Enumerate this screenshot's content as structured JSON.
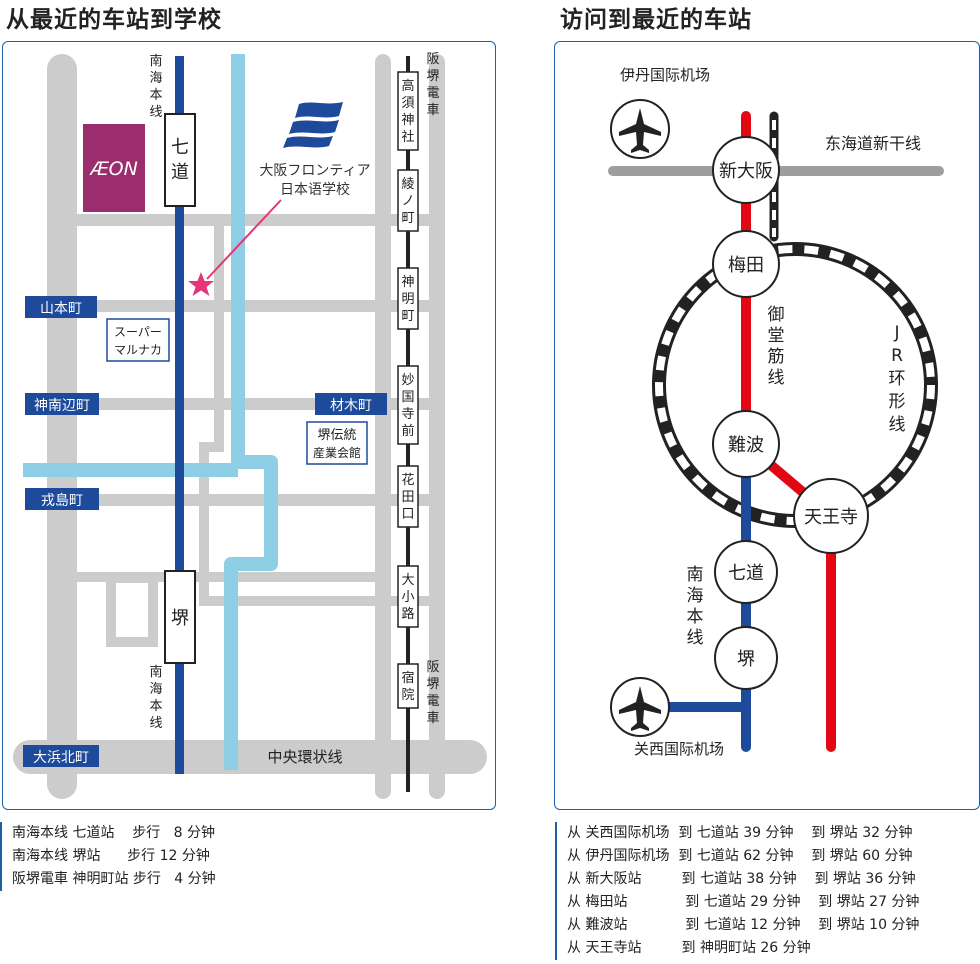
{
  "left_map": {
    "title": "从最近的车站到学校",
    "rail_nankai_vertical_top": "南海本线",
    "rail_nankai_vertical_bottom": "南海本线",
    "rail_hankai_top": "阪堺電車",
    "rail_hankai_bottom": "阪堺電車",
    "station_shichido": "七道",
    "station_sakai": "堺",
    "aeon_logo": "ÆON",
    "school_name_line1": "大阪フロンティア",
    "school_name_line2": "日本语学校",
    "hankai_stations": [
      "高須神社",
      "綾ノ町",
      "神明町",
      "妙国寺前",
      "花田口",
      "大小路",
      "宿院"
    ],
    "place_yamamotocho": "山本町",
    "place_jinnanbecho": "神南辺町",
    "place_zaimokucho": "材木町",
    "place_ebisujimacho": "戎島町",
    "place_ohamakitamachi": "大浜北町",
    "supermarket_line1": "スーパー",
    "supermarket_line2": "マルナカ",
    "hall_line1": "堺伝統",
    "hall_line2": "産業会館",
    "road_central": "中央環状线",
    "colors": {
      "frame": "#1f5fa6",
      "nankai": "#1e4a9b",
      "river": "#8fcfe6",
      "road": "#cccccc",
      "aeon": "#9b2c6e",
      "star": "#e6337a"
    }
  },
  "right_map": {
    "title": "访问到最近的车站",
    "itami_airport": "伊丹国际机场",
    "kansai_airport": "关西国际机场",
    "tokaido_shinkansen": "东海道新干线",
    "midosuji_line": "御堂筋线",
    "jr_loop_line": "JR环形线",
    "nankai_main_line": "南海本线",
    "stations": {
      "shin_osaka": "新大阪",
      "umeda": "梅田",
      "namba": "難波",
      "tennoji": "天王寺",
      "shichido": "七道",
      "sakai": "堺"
    },
    "colors": {
      "midosuji": "#e30613",
      "nankai": "#1e4a9b",
      "shinkansen": "#9e9e9e",
      "loop": "#222222"
    }
  },
  "walk_info": {
    "rows": [
      "南海本线 七道站    步行   8 分钟",
      "南海本线 堺站      步行 12 分钟",
      "阪堺電車 神明町站 步行   4 分钟"
    ]
  },
  "access_info": {
    "rows": [
      "从 关西国际机场  到 七道站 39 分钟    到 堺站 32 分钟",
      "从 伊丹国际机场  到 七道站 62 分钟    到 堺站 60 分钟",
      "从 新大阪站         到 七道站 38 分钟    到 堺站 36 分钟",
      "从 梅田站             到 七道站 29 分钟    到 堺站 27 分钟",
      "从 難波站             到 七道站 12 分钟    到 堺站 10 分钟",
      "从 天王寺站         到 神明町站 26 分钟"
    ]
  }
}
